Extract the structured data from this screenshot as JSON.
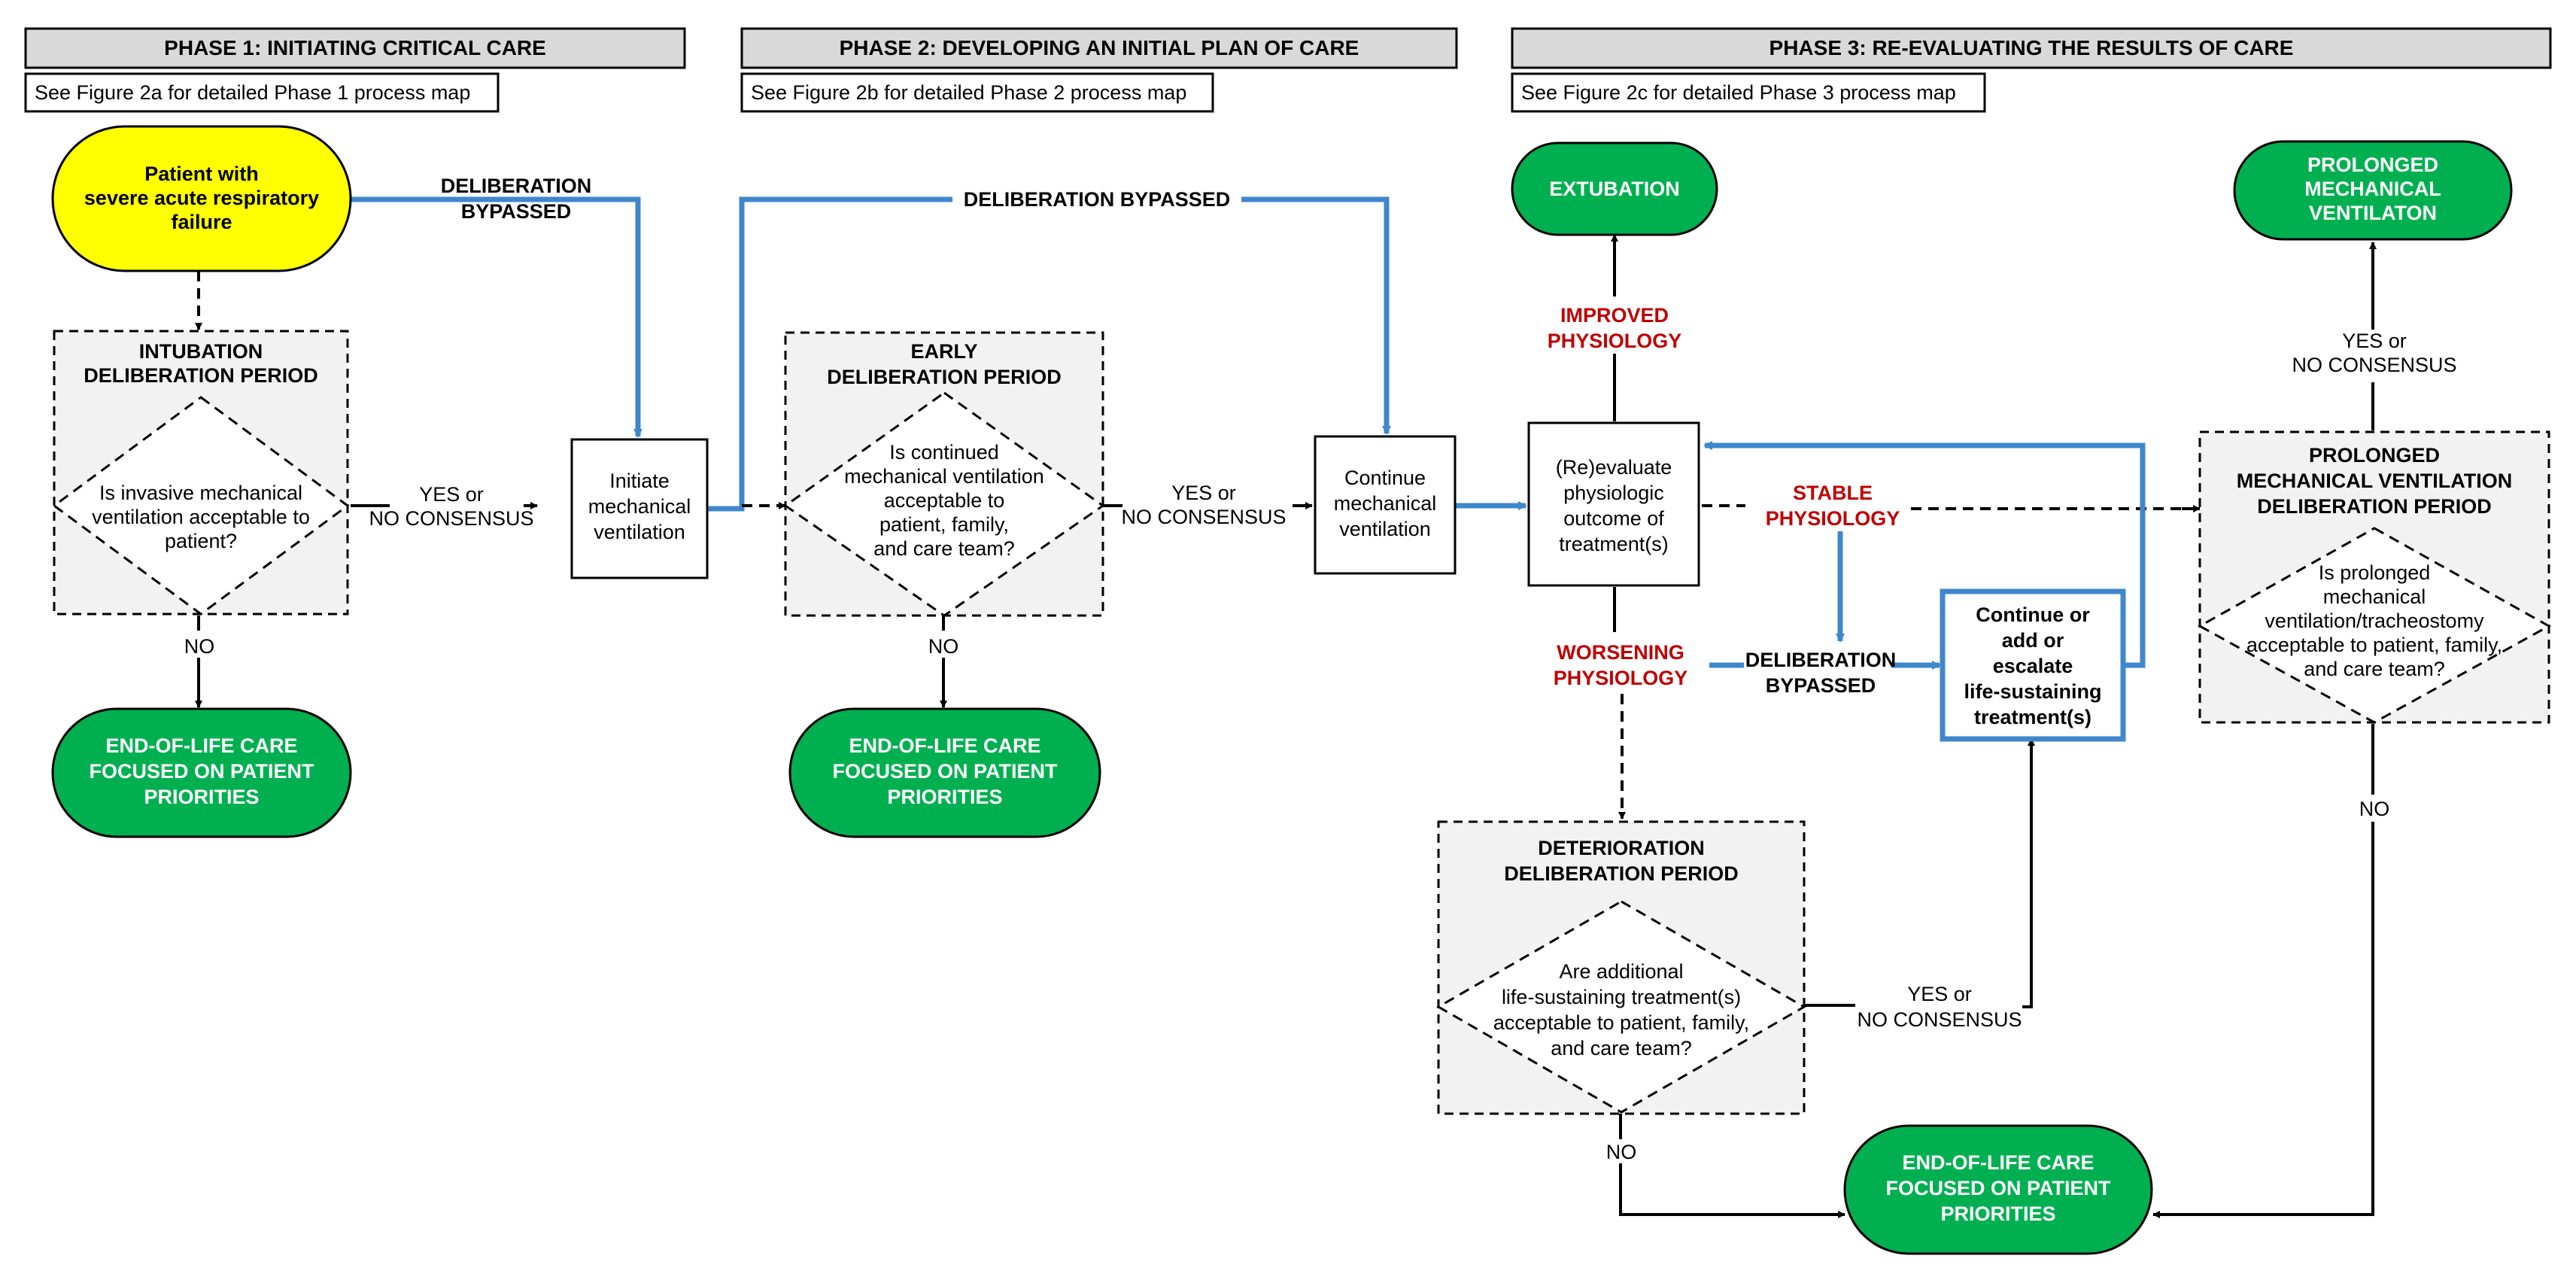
{
  "colors": {
    "terminal_green": "#00b050",
    "start_yellow": "#ffff00",
    "bypass_blue": "#3f87cc",
    "outcome_red": "#c00000",
    "period_gray": "#f2f2f2",
    "header_gray": "#d9d9d9"
  },
  "phases": [
    {
      "title": "PHASE 1: INITIATING CRITICAL CARE",
      "reference": "See Figure 2a for detailed Phase 1 process map"
    },
    {
      "title": "PHASE 2: DEVELOPING AN INITIAL PLAN OF CARE",
      "reference": "See Figure 2b for detailed Phase 2 process map"
    },
    {
      "title": "PHASE 3: RE-EVALUATING THE RESULTS OF CARE",
      "reference": "See Figure 2c for detailed Phase 3 process map"
    }
  ],
  "phase1": {
    "start": [
      "Patient with",
      "severe acute respiratory",
      "failure"
    ],
    "period_title": [
      "INTUBATION",
      "DELIBERATION PERIOD"
    ],
    "question": [
      "Is invasive mechanical",
      "ventilation acceptable to",
      "patient?"
    ],
    "yes_label": [
      "YES or",
      "NO CONSENSUS"
    ],
    "no_label": "NO",
    "end_of_life": [
      "END-OF-LIFE CARE",
      "FOCUSED ON PATIENT",
      "PRIORITIES"
    ],
    "bypass_label": [
      "DELIBERATION",
      "BYPASSED"
    ],
    "action": [
      "Initiate",
      "mechanical",
      "ventilation"
    ]
  },
  "phase2": {
    "bypass_label": "DELIBERATION BYPASSED",
    "period_title": [
      "EARLY",
      "DELIBERATION PERIOD"
    ],
    "question": [
      "Is continued",
      "mechanical ventilation",
      "acceptable to",
      "patient, family,",
      "and care team?"
    ],
    "yes_label": [
      "YES or",
      "NO CONSENSUS"
    ],
    "no_label": "NO",
    "end_of_life": [
      "END-OF-LIFE CARE",
      "FOCUSED ON PATIENT",
      "PRIORITIES"
    ],
    "action": [
      "Continue",
      "mechanical",
      "ventilation"
    ]
  },
  "phase3": {
    "evaluate": [
      "(Re)evaluate",
      "physiologic",
      "outcome of",
      "treatment(s)"
    ],
    "extubation": "EXTUBATION",
    "improved": [
      "IMPROVED",
      "PHYSIOLOGY"
    ],
    "stable": [
      "STABLE",
      "PHYSIOLOGY"
    ],
    "worsening": [
      "WORSENING",
      "PHYSIOLOGY"
    ],
    "bypass_label": [
      "DELIBERATION",
      "BYPASSED"
    ],
    "escalate": [
      "Continue or",
      "add or",
      "escalate",
      "life-sustaining",
      "treatment(s)"
    ],
    "deterioration_title": [
      "DETERIORATION",
      "DELIBERATION PERIOD"
    ],
    "deterioration_question": [
      "Are additional",
      "life-sustaining treatment(s)",
      "acceptable to patient, family,",
      "and care team?"
    ],
    "deterioration_yes": [
      "YES or",
      "NO CONSENSUS"
    ],
    "deterioration_no": "NO",
    "end_of_life": [
      "END-OF-LIFE CARE",
      "FOCUSED ON PATIENT",
      "PRIORITIES"
    ],
    "prolonged_title": [
      "PROLONGED",
      "MECHANICAL VENTILATION",
      "DELIBERATION PERIOD"
    ],
    "prolonged_question": [
      "Is prolonged",
      "mechanical",
      "ventilation/tracheostomy",
      "acceptable to patient, family,",
      "and care team?"
    ],
    "prolonged_yes": [
      "YES or",
      "NO CONSENSUS"
    ],
    "prolonged_no": "NO",
    "prolonged_outcome": [
      "PROLONGED",
      "MECHANICAL",
      "VENTILATON"
    ]
  }
}
